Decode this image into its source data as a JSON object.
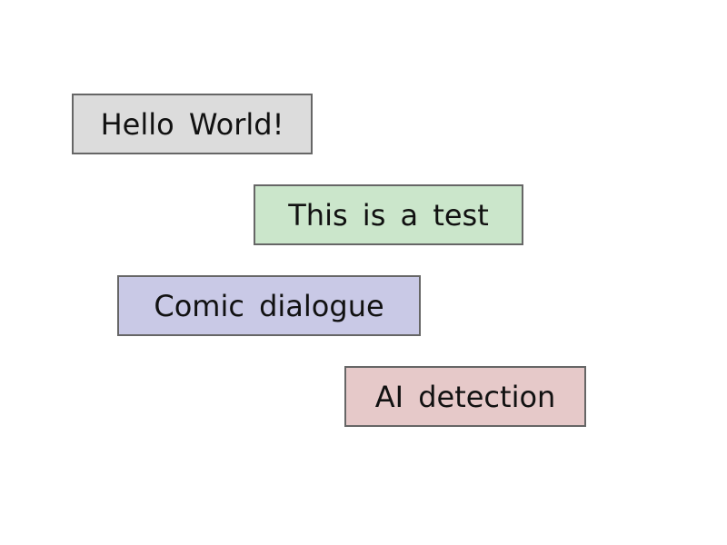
{
  "labels": [
    {
      "text": "Hello World!",
      "color": "#dcdcdc"
    },
    {
      "text": "This is a test",
      "color": "#cbe6cb"
    },
    {
      "text": "Comic dialogue",
      "color": "#c9c9e6"
    },
    {
      "text": "AI detection",
      "color": "#e6c9c9"
    }
  ],
  "colors": {
    "border": "#666666",
    "background": "#ffffff"
  }
}
